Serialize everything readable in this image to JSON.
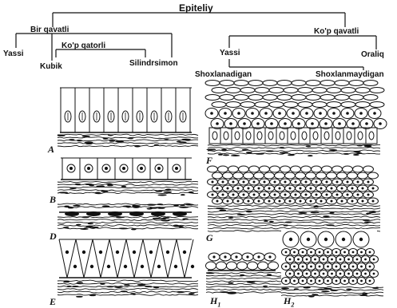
{
  "tree": {
    "root": "Epiteliy",
    "single_layer": "Bir qavatli",
    "multi_layer": "Ko'p qavatli",
    "flat": "Yassi",
    "cubic": "Kubik",
    "multirow": "Ko'p qatorli",
    "cylindrical": "Silindrsimon",
    "flat_multi": "Yassi",
    "transitional": "Oraliq",
    "keratinizing": "Shoxlanadigan",
    "non_keratinizing": "Shoxlanmaydigan"
  },
  "panels": {
    "A": "A",
    "B": "B",
    "D": "D",
    "E": "E",
    "F": "F",
    "G": "G",
    "H1_base": "H",
    "H1_sub": "1",
    "H2_base": "H",
    "H2_sub": "2"
  }
}
